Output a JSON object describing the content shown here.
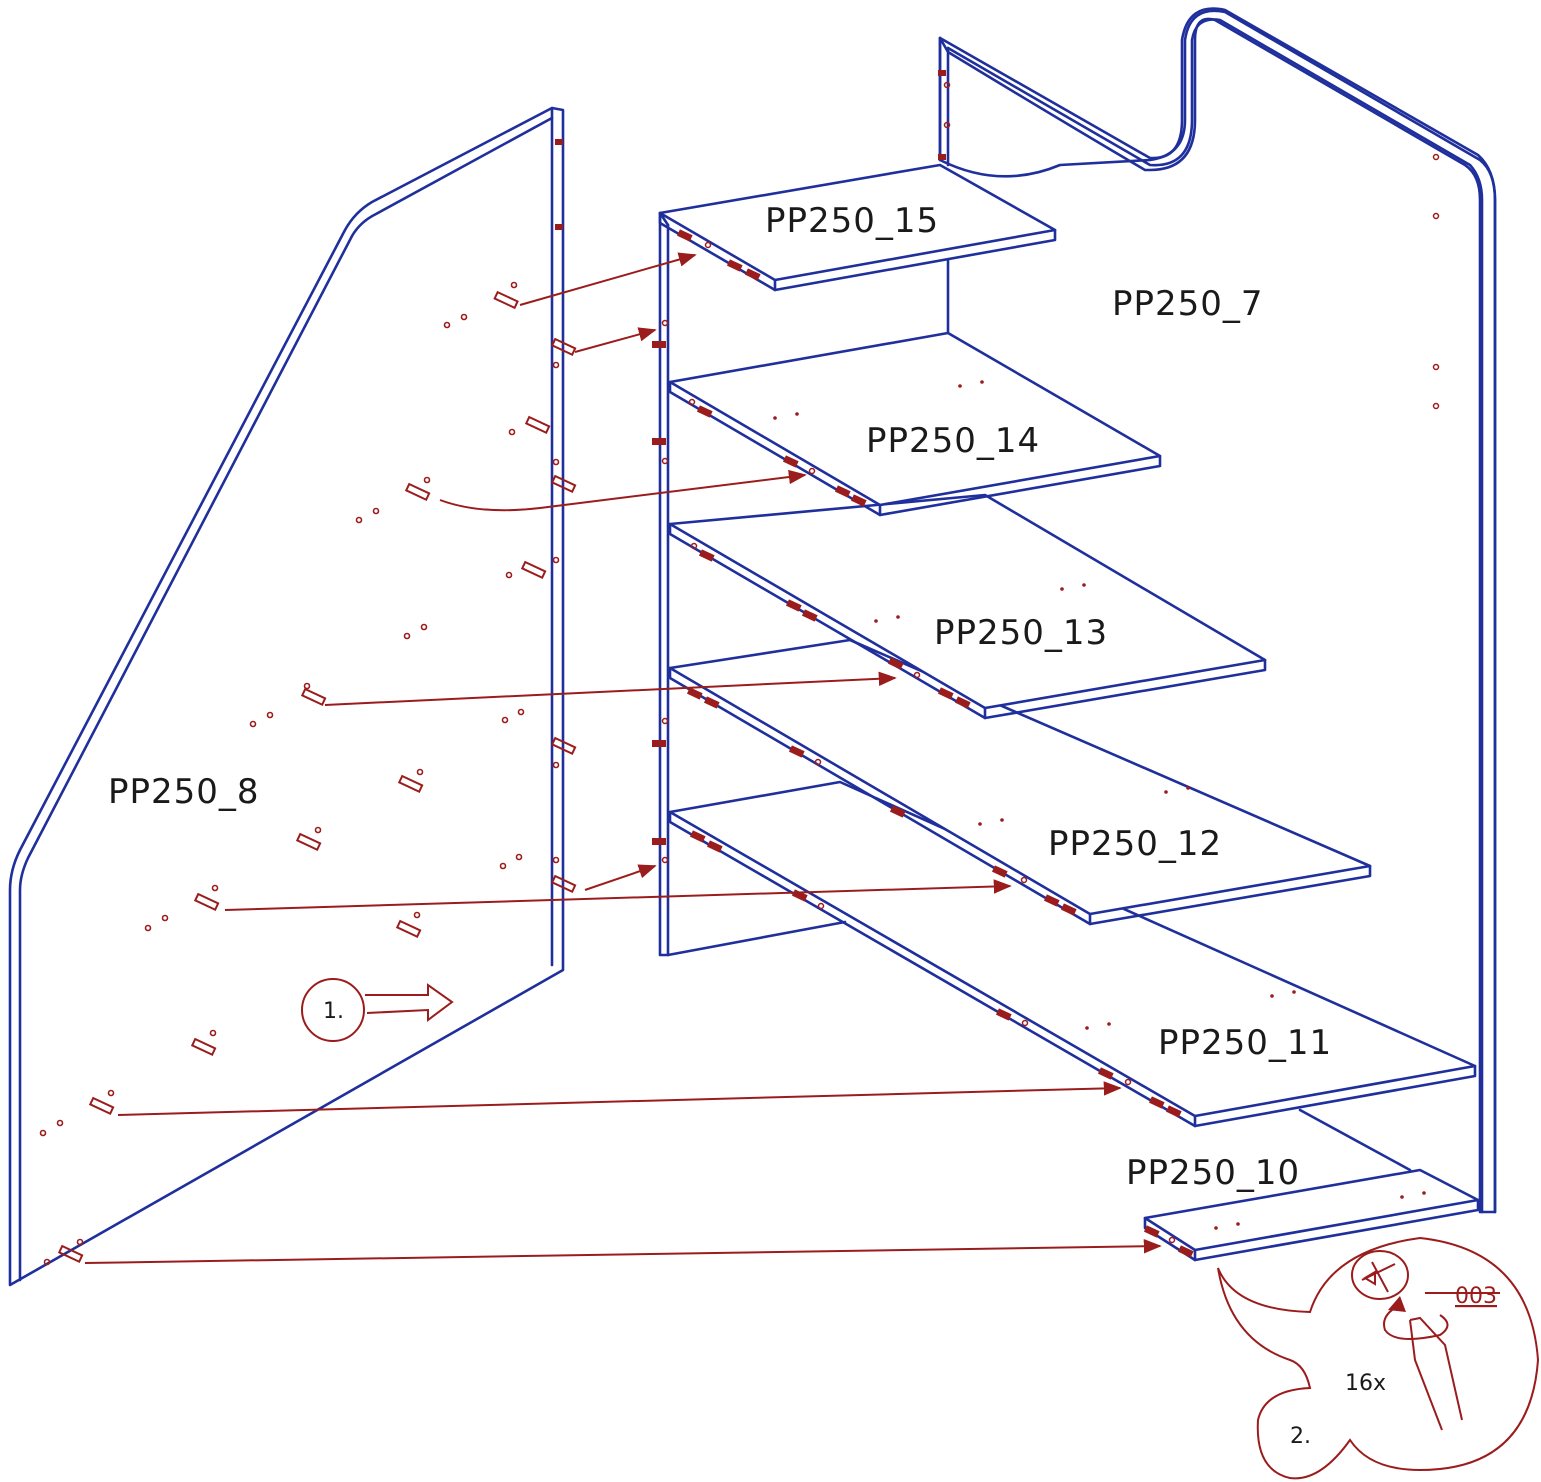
{
  "labels": {
    "pp7": "PP250_7",
    "pp8": "PP250_8",
    "pp10": "PP250_10",
    "pp11": "PP250_11",
    "pp12": "PP250_12",
    "pp13": "PP250_13",
    "pp14": "PP250_14",
    "pp15": "PP250_15"
  },
  "steps": {
    "step1": "1.",
    "step2": "2.",
    "quantity": "16x",
    "screw_code": "003"
  },
  "colors": {
    "panel_outline": "#1f2f9c",
    "hardware": "#9b1c1c"
  }
}
